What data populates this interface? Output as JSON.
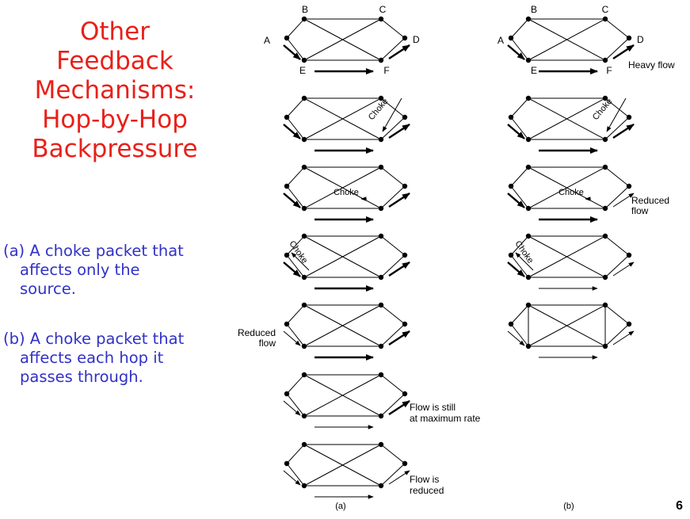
{
  "slide": {
    "title_lines": [
      "Other",
      "Feedback",
      "Mechanisms:",
      "Hop-by-Hop",
      "Backpressure"
    ],
    "caption_a": {
      "marker": "(a)",
      "line1": "A choke packet that",
      "line2": "affects only the",
      "line3": "source."
    },
    "caption_b": {
      "marker": "(b)",
      "line1": "A choke packet that",
      "line2": "affects each hop it",
      "line3": "passes through."
    },
    "page_number": "6"
  },
  "diagram": {
    "node_labels": [
      "A",
      "B",
      "C",
      "D",
      "E",
      "F"
    ],
    "choke_label": "Choke",
    "column_labels": [
      "(a)",
      "(b)"
    ],
    "annotations": {
      "heavy_flow": "Heavy flow",
      "reduced_flow_b": [
        "Reduced",
        "flow"
      ],
      "reduced_flow_a": [
        "Reduced",
        "flow"
      ],
      "still_max": [
        "Flow is still",
        "at maximum rate"
      ],
      "flow_reduced": [
        "Flow is",
        "reduced"
      ]
    },
    "column_a": [
      {
        "step": 1,
        "flows": [
          "heavy",
          "heavy",
          "heavy"
        ],
        "choke": "none"
      },
      {
        "step": 2,
        "flows": [
          "heavy",
          "heavy",
          "heavy"
        ],
        "choke": "F-D"
      },
      {
        "step": 3,
        "flows": [
          "heavy",
          "heavy",
          "heavy"
        ],
        "choke": "E-F"
      },
      {
        "step": 4,
        "flows": [
          "heavy",
          "heavy",
          "heavy"
        ],
        "choke": "A-E"
      },
      {
        "step": 5,
        "flows": [
          "reduced",
          "heavy",
          "heavy"
        ],
        "choke": "none"
      },
      {
        "step": 6,
        "flows": [
          "reduced",
          "reduced",
          "heavy"
        ],
        "choke": "none"
      },
      {
        "step": 7,
        "flows": [
          "reduced",
          "reduced",
          "reduced"
        ],
        "choke": "none"
      }
    ],
    "column_b": [
      {
        "step": 1,
        "flows": [
          "heavy",
          "heavy",
          "heavy"
        ],
        "choke": "none"
      },
      {
        "step": 2,
        "flows": [
          "heavy",
          "heavy",
          "heavy"
        ],
        "choke": "F-D"
      },
      {
        "step": 3,
        "flows": [
          "heavy",
          "heavy",
          "reduced"
        ],
        "choke": "E-F"
      },
      {
        "step": 4,
        "flows": [
          "heavy",
          "reduced",
          "reduced"
        ],
        "choke": "A-E"
      },
      {
        "step": 5,
        "flows": [
          "reduced",
          "reduced",
          "reduced"
        ],
        "choke": "none"
      }
    ]
  }
}
